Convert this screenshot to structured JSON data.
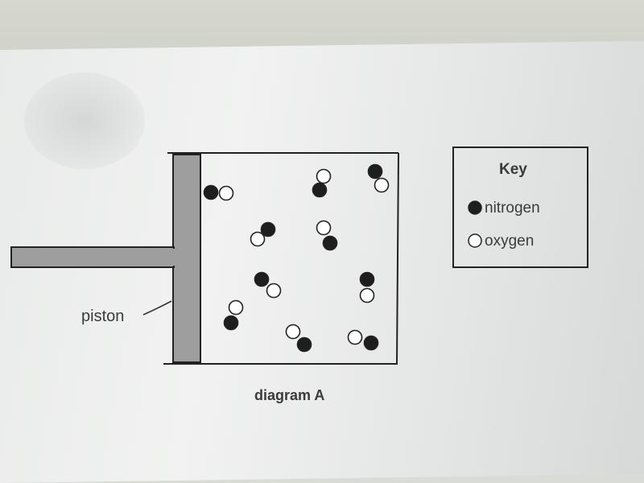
{
  "diagram": {
    "caption": "diagram A",
    "piston_label": "piston",
    "key": {
      "title": "Key",
      "items": [
        {
          "name": "nitrogen",
          "fill": "#1e1e1e"
        },
        {
          "name": "oxygen",
          "fill": "#ffffff"
        }
      ]
    }
  },
  "colors": {
    "piston": "#9e9e9e",
    "outline": "#222222"
  }
}
